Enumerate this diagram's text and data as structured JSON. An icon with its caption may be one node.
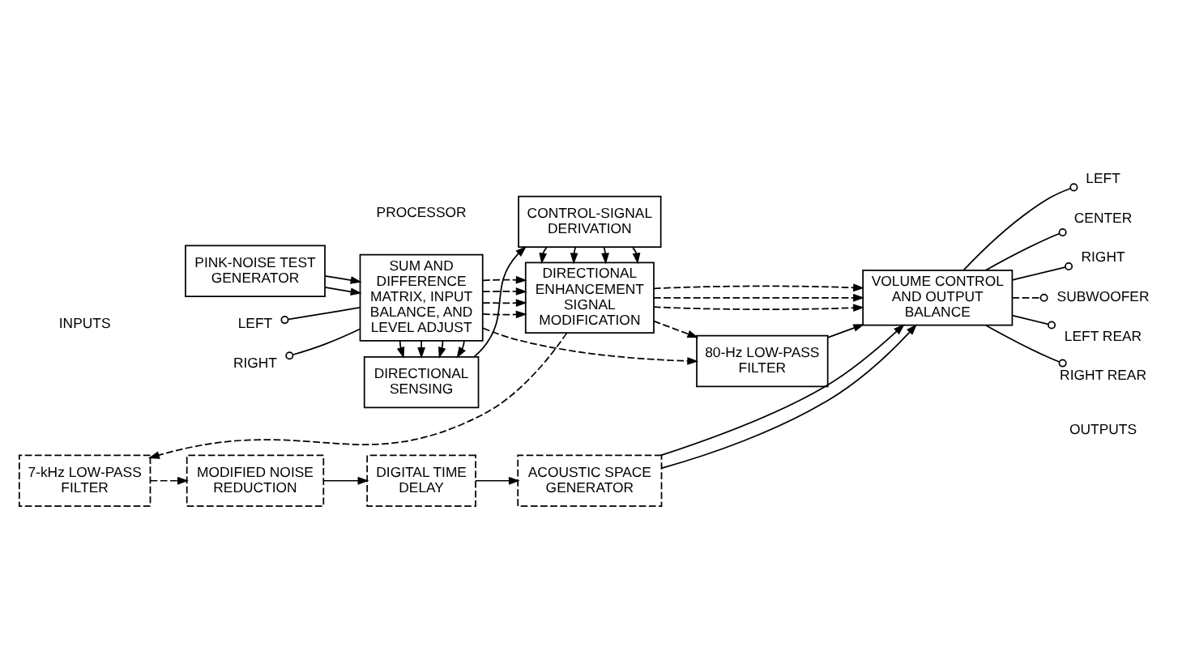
{
  "diagram": {
    "nodes": [
      {
        "text": [
          "DIRECTIONAL SENSING"
        ]
      },
      {
        "text": [
          "CONTROL-SIGNAL DERIVATION"
        ]
      },
      {
        "text": [
          "SUM AND DIFFERENCE MATRIX, INPUT BALANCE, AND LEVEL ADJUST"
        ]
      },
      {
        "text": [
          "DIRECTIONAL ENHANCEMENT SIGNAL MODIFICATION"
        ]
      },
      {
        "text": [
          "VOLUME CONTROL AND OUTPUT BALANCE"
        ]
      },
      {
        "text": [
          "PINK-NOISE TEST GENERATOR"
        ]
      },
      {
        "text": [
          "80-Hz LOW-PASS FILTER"
        ]
      },
      {
        "text": [
          "7-kHz LOW-PASS FILTER"
        ]
      },
      {
        "text": [
          "MODIFIED NOISE REDUCTION"
        ]
      },
      {
        "text": [
          "DIGITAL TIME DELAY"
        ]
      },
      {
        "text": [
          "ACOUSTIC SPACE GENERATOR"
        ]
      },
      {
        "text": [
          "LEFT"
        ]
      },
      {
        "text": [
          "RIGHT"
        ]
      },
      {
        "text": [
          "LEFT"
        ]
      },
      {
        "text": [
          "CENTER"
        ]
      },
      {
        "text": [
          "RIGHT"
        ]
      },
      {
        "text": [
          "SUBWOOFER"
        ]
      },
      {
        "text": [
          "LEFT REAR"
        ]
      },
      {
        "text": [
          "RIGHT REAR"
        ]
      }
    ],
    "edges": [
      {
        "from": 11,
        "to": 2,
        "arrow": "other"
      },
      {
        "from": 12,
        "to": 2,
        "arrow": "other"
      },
      {
        "from": 2,
        "to": 0,
        "arrow": "to"
      },
      {
        "from": 2,
        "to": 0,
        "arrow": "to"
      },
      {
        "from": 2,
        "to": 0,
        "arrow": "to"
      },
      {
        "from": 2,
        "to": 0,
        "arrow": "to"
      },
      {
        "from": 0,
        "to": 1,
        "arrow": "to"
      },
      {
        "from": 1,
        "to": 3,
        "arrow": "to"
      },
      {
        "from": 1,
        "to": 3,
        "arrow": "to"
      },
      {
        "from": 1,
        "to": 3,
        "arrow": "to"
      },
      {
        "from": 1,
        "to": 3,
        "arrow": "to"
      },
      {
        "from": 5,
        "to": 2,
        "arrow": "to"
      },
      {
        "from": 5,
        "to": 2,
        "arrow": "to"
      },
      {
        "from": 2,
        "to": 3,
        "arrow": "to",
        "style": "dashed"
      },
      {
        "from": 2,
        "to": 3,
        "arrow": "to",
        "style": "dashed"
      },
      {
        "from": 2,
        "to": 3,
        "arrow": "to",
        "style": "dashed"
      },
      {
        "from": 2,
        "to": 3,
        "arrow": "to",
        "style": "dashed"
      },
      {
        "from": 2,
        "to": 6,
        "arrow": "to",
        "style": "dashed"
      },
      {
        "from": 3,
        "to": 6,
        "arrow": "to",
        "style": "dashed"
      },
      {
        "from": 3,
        "to": 7,
        "arrow": "to",
        "style": "dashed"
      },
      {
        "from": 3,
        "to": 4,
        "arrow": "to",
        "style": "dashed"
      },
      {
        "from": 3,
        "to": 4,
        "arrow": "to",
        "style": "dashed"
      },
      {
        "from": 3,
        "to": 4,
        "arrow": "to",
        "style": "dashed"
      },
      {
        "from": 6,
        "to": 4,
        "arrow": "to"
      },
      {
        "from": 7,
        "to": 8,
        "arrow": "to",
        "style": "dashed"
      },
      {
        "from": 8,
        "to": 9,
        "arrow": "to"
      },
      {
        "from": 9,
        "to": 10,
        "arrow": "to"
      },
      {
        "from": 10,
        "to": 4,
        "arrow": "to"
      },
      {
        "from": 10,
        "to": 4,
        "arrow": "to"
      },
      {
        "from": 4,
        "to": 13,
        "arrow": "other"
      },
      {
        "from": 4,
        "to": 14,
        "arrow": "other"
      },
      {
        "from": 4,
        "to": 15,
        "arrow": "other"
      },
      {
        "from": 4,
        "to": 16,
        "arrow": "other",
        "style": "dashed"
      },
      {
        "from": 4,
        "to": 17,
        "arrow": "other"
      },
      {
        "from": 4,
        "to": 18,
        "arrow": "other"
      }
    ],
    "labels": [
      "PROCESSOR",
      "INPUTS",
      "OUTPUTS"
    ]
  }
}
